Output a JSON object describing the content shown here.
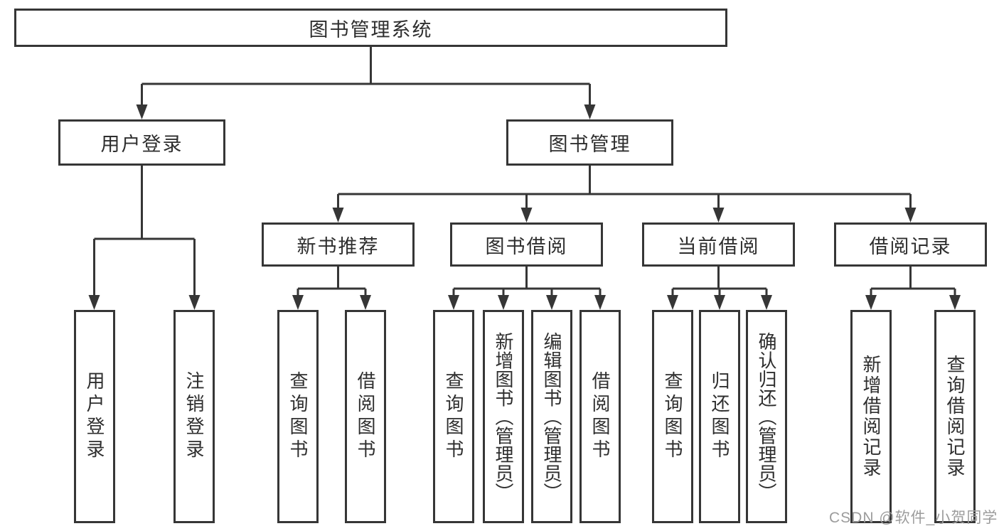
{
  "tree": {
    "root": {
      "label": "图书管理系统"
    },
    "children": [
      {
        "label": "用户登录",
        "children": [
          {
            "label": "用户登录"
          },
          {
            "label": "注销登录"
          }
        ]
      },
      {
        "label": "图书管理",
        "children": [
          {
            "label": "新书推荐",
            "children": [
              {
                "label": "查询图书"
              },
              {
                "label": "借阅图书"
              }
            ]
          },
          {
            "label": "图书借阅",
            "children": [
              {
                "label": "查询图书"
              },
              {
                "label": "新增图书（管理员）"
              },
              {
                "label": "编辑图书（管理员）"
              },
              {
                "label": "借阅图书"
              }
            ]
          },
          {
            "label": "当前借阅",
            "children": [
              {
                "label": "查询图书"
              },
              {
                "label": "归还图书"
              },
              {
                "label": "确认归还（管理员）"
              }
            ]
          },
          {
            "label": "借阅记录",
            "children": [
              {
                "label": "新增借阅记录"
              },
              {
                "label": "查询借阅记录"
              }
            ]
          }
        ]
      }
    ]
  },
  "watermark": {
    "text": "CSDN @软件_小贺同学"
  },
  "colors": {
    "line": "#363636",
    "border": "#363636",
    "text": "#2e2e2e",
    "background": "#ffffff",
    "watermark": "#9c9c9c"
  }
}
